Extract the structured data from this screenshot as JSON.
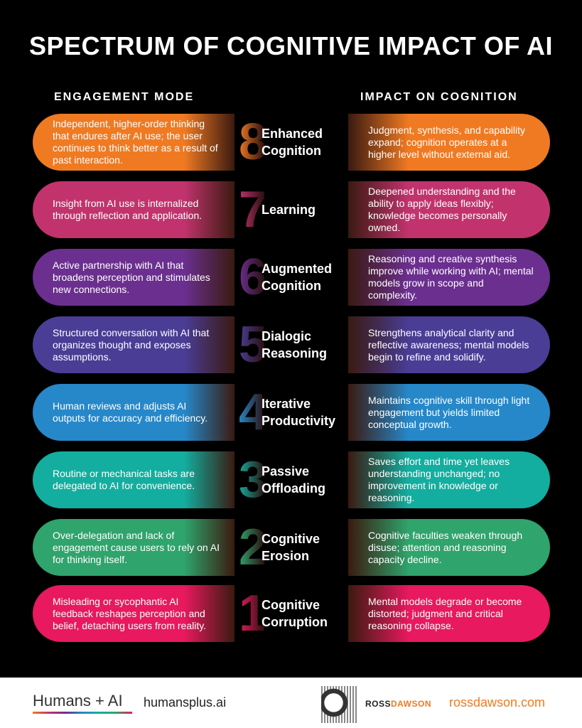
{
  "title": "SPECTRUM OF COGNITIVE IMPACT OF AI",
  "headers": {
    "left": "ENGAGEMENT MODE",
    "right": "IMPACT ON COGNITION"
  },
  "rows": [
    {
      "num": "8",
      "label": "Enhanced\nCognition",
      "color": "#f07a22",
      "mode": "Independent, higher-order thinking that endures after AI use; the user continues to think better as a result of past interaction.",
      "impact": "Judgment, synthesis, and capability expand; cognition operates at a higher level without external aid."
    },
    {
      "num": "7",
      "label": "Learning",
      "color": "#c2336e",
      "mode": "Insight from AI use is internalized through reflection and application.",
      "impact": "Deepened understanding and the ability to apply ideas flexibly; knowledge becomes personally owned."
    },
    {
      "num": "6",
      "label": "Augmented\nCognition",
      "color": "#6b2f8f",
      "mode": "Active partnership with AI that broadens perception and stimulates new connections.",
      "impact": "Reasoning and creative synthesis improve while working with AI; mental models grow in scope and complexity."
    },
    {
      "num": "5",
      "label": "Dialogic\nReasoning",
      "color": "#4a3d95",
      "mode": "Structured conversation with AI that organizes thought and exposes assumptions.",
      "impact": "Strengthens analytical clarity and reflective awareness; mental models begin to refine and solidify."
    },
    {
      "num": "4",
      "label": "Iterative\nProductivity",
      "color": "#2688c9",
      "mode": "Human reviews and adjusts AI outputs for accuracy and efficiency.",
      "impact": "Maintains cognitive skill through light engagement but yields limited conceptual growth."
    },
    {
      "num": "3",
      "label": "Passive\nOffloading",
      "color": "#13ae9f",
      "mode": "Routine or mechanical tasks are delegated to AI for convenience.",
      "impact": "Saves effort and time yet leaves understanding unchanged; no improvement in knowledge or reasoning."
    },
    {
      "num": "2",
      "label": "Cognitive\nErosion",
      "color": "#2fa46c",
      "mode": "Over-delegation and lack of engagement cause users to rely on AI for thinking itself.",
      "impact": "Cognitive faculties weaken through disuse; attention and reasoning capacity decline."
    },
    {
      "num": "1",
      "label": "Cognitive\nCorruption",
      "color": "#e8195e",
      "mode": "Misleading or sycophantic AI feedback reshapes perception and belief, detaching users from reality.",
      "impact": "Mental models degrade or become distorted; judgment and critical reasoning collapse."
    }
  ],
  "footer": {
    "brand1": "Humans + AI",
    "url1": "humansplus.ai",
    "brand2": "ROSSDAWSON",
    "url2": "rossdawson.com"
  }
}
